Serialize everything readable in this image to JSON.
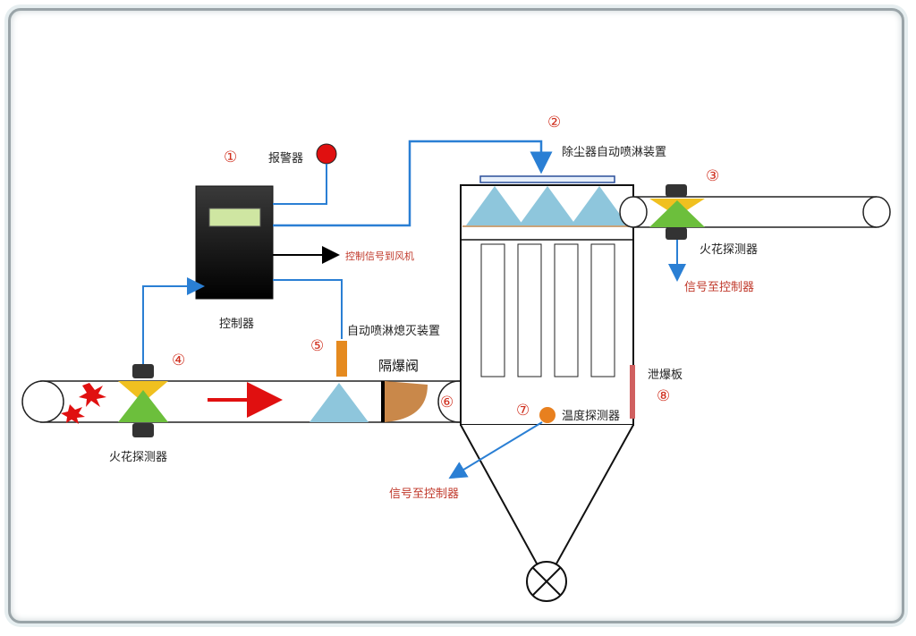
{
  "labels": {
    "alarm": "报警器",
    "controller": "控制器",
    "fan_signal": "控制信号到风机",
    "auto_spray_extinguish": "自动喷淋熄灭装置",
    "isolation_valve": "隔爆阀",
    "dust_spray": "除尘器自动喷淋装置",
    "spark_detector_left": "火花探测器",
    "spark_detector_right": "火花探测器",
    "signal_to_controller_right": "信号至控制器",
    "signal_to_controller_bottom": "信号至控制器",
    "temp_detector": "温度探测器",
    "vent_panel": "泄爆板"
  },
  "numbers": {
    "n1": "①",
    "n2": "②",
    "n3": "③",
    "n4": "④",
    "n5": "⑤",
    "n6": "⑥",
    "n7": "⑦",
    "n8": "⑧"
  },
  "colors": {
    "pipe_blue": "#2a7fd4",
    "alarm_red": "#e01010",
    "spark_green": "#6cbf3c",
    "spark_yellow": "#f0c020",
    "nozzle_blue": "#8ec6dc",
    "valve_brown": "#c9884a",
    "label_red": "#c0392b"
  }
}
